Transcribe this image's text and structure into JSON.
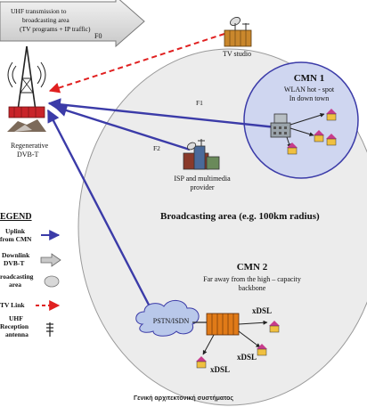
{
  "banner": {
    "line1": "UHF transmission to",
    "line2": "broadcasting area",
    "line3": "(TV programs + IP traffic)",
    "link": "F0"
  },
  "tv_studio": "TV studio",
  "tower": {
    "line1": "Regenerative",
    "line2": "DVB-T"
  },
  "links": {
    "f1": "F1",
    "f2": "F2"
  },
  "isp": {
    "line1": "ISP and multimedia",
    "line2": "provider"
  },
  "cmn1": {
    "title": "CMN 1",
    "line1": "WLAN hot - spot",
    "line2": "In down town"
  },
  "broadcast_area": "Broadcasting area (e.g. 100km radius)",
  "cmn2": {
    "title": "CMN 2",
    "line1": "Far away from the high – capacity",
    "line2": "backbone"
  },
  "pstn": "PSTN/ISDN",
  "xdsl": [
    "xDSL",
    "xDSL",
    "xDSL"
  ],
  "legend": {
    "title": "EGEND",
    "uplink": [
      "Uplink",
      "from CMN"
    ],
    "downlink": [
      "Downlink",
      "DVB-T"
    ],
    "area": [
      "roadcasting",
      "area"
    ],
    "tvlink": "TV Link",
    "antenna": [
      "UHF",
      "Reception",
      "antenna"
    ]
  },
  "caption": "Γενική αρχιτεκτονική συστήματος",
  "colors": {
    "uplink": "#3b3ba8",
    "tvlink": "#e02020",
    "area": "#ececec",
    "cmn1": "#cfd6f0",
    "house": "#c83c8c",
    "backbone": "#e07a18"
  }
}
